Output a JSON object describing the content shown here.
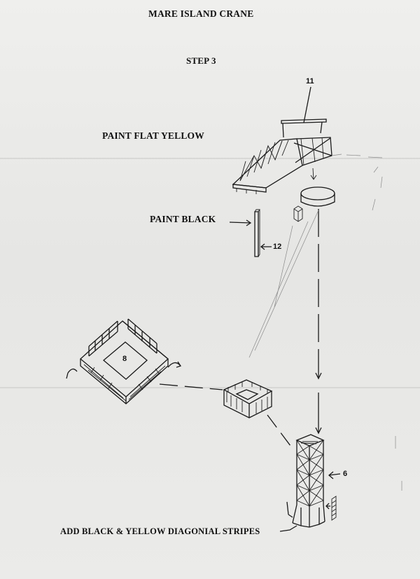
{
  "title": "MARE ISLAND CRANE",
  "step": "STEP 3",
  "labels": {
    "paint_flat_yellow": "PAINT FLAT YELLOW",
    "paint_black": "PAINT BLACK",
    "add_stripes": "ADD BLACK & YELLOW DIAGONIAL STRIPES"
  },
  "part_numbers": {
    "boom_top": "11",
    "mast": "12",
    "deck": "8",
    "tower": "6"
  }
}
